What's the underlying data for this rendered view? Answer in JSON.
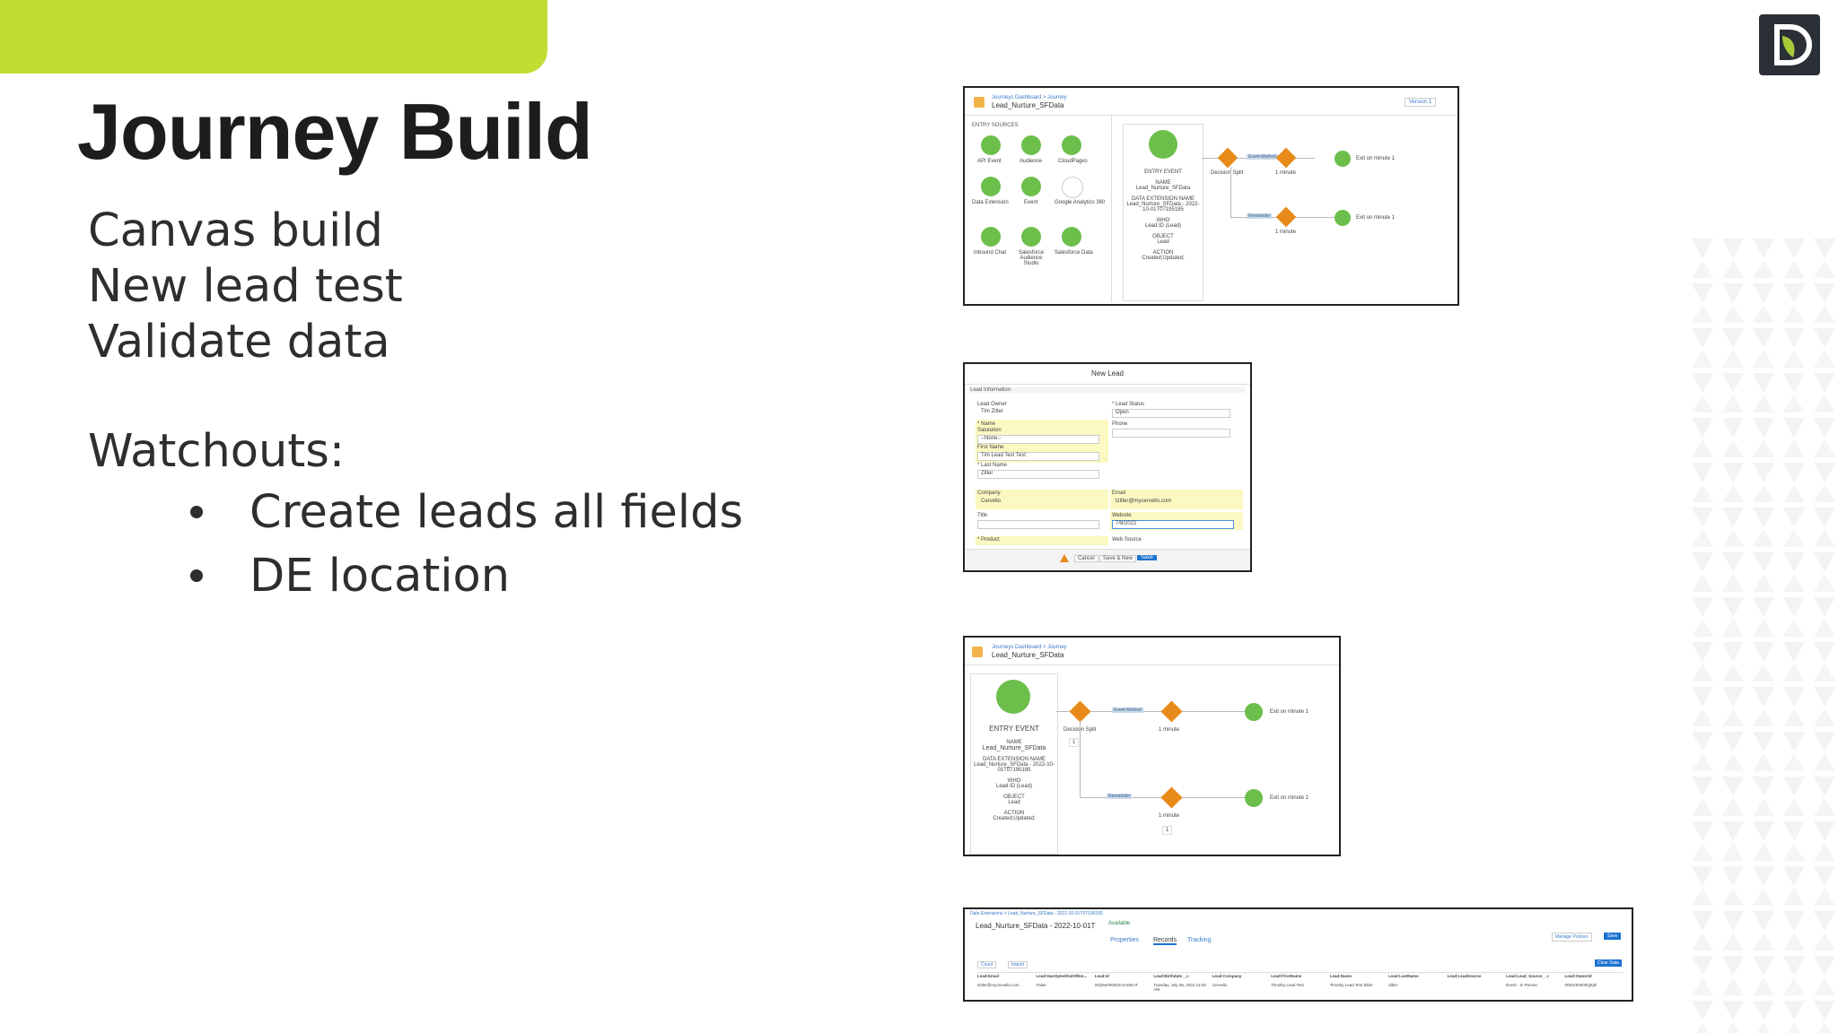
{
  "slide": {
    "title": "Journey Build",
    "lines": [
      "Canvas build",
      "New lead test",
      "Validate data"
    ],
    "watchouts_heading": "Watchouts:",
    "bullets": [
      "Create leads all fields",
      "DE location"
    ],
    "accent_color": "#c3dc34",
    "logo_letter": "D"
  },
  "shot1": {
    "breadcrumb": "Journeys Dashboard > Journey",
    "journey_name": "Lead_Nurture_SFData",
    "version": "Version 1",
    "entry_sources_label": "ENTRY SOURCES",
    "sources": [
      "API Event",
      "Audience",
      "CloudPages",
      "Data Extension",
      "Event",
      "Google Analytics 360",
      "Inbound Chat",
      "Salesforce Audience Studio",
      "Salesforce Data"
    ],
    "entry_event": "ENTRY EVENT",
    "name_label": "NAME",
    "name_value": "Lead_Nurture_SFData",
    "de_label": "DATA EXTENSION NAME",
    "de_value": "Lead_Nurture_SFData - 2022-10-01T07195185",
    "who_label": "WHO",
    "who_value": "Lead ID (Lead)",
    "object_label": "OBJECT",
    "object_value": "Lead",
    "action_label": "ACTION",
    "action_value": "Created;Updated;",
    "decision": "Decision Split",
    "wait": "1 minute",
    "exit": "Exit on minute 1",
    "path1": "Event Method",
    "path2": "Remainder"
  },
  "shot2": {
    "title": "New Lead",
    "section": "Lead Information",
    "owner_label": "Lead Owner",
    "owner_value": "Tim Zitler",
    "status_label": "* Lead Status",
    "status_value": "Open",
    "name_label": "* Name",
    "salutation_label": "Salutation",
    "salutation_value": "--None--",
    "phone_label": "Phone",
    "first_label": "First Name",
    "first_value": "Tim Lead Test Test",
    "last_label": "* Last Name",
    "last_value": "Zitler",
    "company_label": "Company",
    "company_value": "Cervello",
    "email_label": "Email",
    "email_value": "tzitler@mycervello.com",
    "title_label": "Title",
    "website_label": "Website",
    "website_value": "7/8/2022",
    "product_label": "* Product",
    "web_source_label": "Web Source",
    "cancel": "Cancel",
    "save_new": "Save & New",
    "save": "Save"
  },
  "shot3": {
    "breadcrumb": "Journeys Dashboard > Journey",
    "journey_name": "Lead_Nurture_SFData",
    "entry_event": "ENTRY EVENT",
    "name_label": "NAME",
    "name_value": "Lead_Nurture_SFData",
    "de_label": "DATA EXTENSION NAME",
    "de_value": "Lead_Nurture_SFData - 2022-10-01T07195185",
    "who_label": "WHO",
    "who_value": "Lead ID (Lead)",
    "object_label": "OBJECT",
    "object_value": "Lead",
    "action_label": "ACTION",
    "action_value": "Created;Updated;",
    "decision": "Decision Split",
    "wait": "1 minute",
    "exit": "Exit on minute 1",
    "path1": "Event Method",
    "path2": "Remainder",
    "count": "1"
  },
  "shot4": {
    "breadcrumb": "Data Extensions > Lead_Nurture_SFData - 2022-10-01T07195185",
    "title": "Lead_Nurture_SFData - 2022-10-01T",
    "status": "Available",
    "tabs": [
      "Properties",
      "Records",
      "Tracking"
    ],
    "manage_policies": "Manage Policies",
    "save": "Save",
    "clear_data": "Clear Data",
    "count": "Count",
    "import": "Import",
    "headers": [
      "Lead:Email",
      "Lead:HasOptedOutOfEm...",
      "Lead:Id",
      "Lead:Birthdate__c",
      "Lead:Company",
      "Lead:FirstName",
      "Lead:Name",
      "Lead:LastName",
      "Lead:LeadSource",
      "Lead:Lead_Source__c",
      "Lead:OwnerId"
    ],
    "row": [
      "tzitler@mycervello.com",
      "False",
      "00Q5e00001EArnOEAT",
      "Tuesday, July 05, 2022 12:00 AM",
      "Cervello",
      "Timothy Lead Test",
      "Timothy Lead Test Zitler",
      "Zitler",
      "",
      "Event - In Person",
      "0053z00000QEjkl"
    ]
  }
}
